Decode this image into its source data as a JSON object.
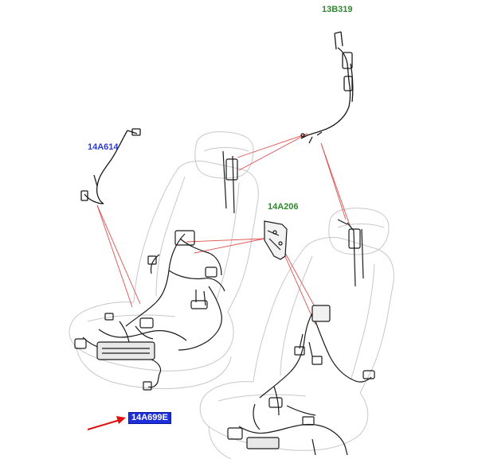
{
  "diagram": {
    "callouts": {
      "harness_upper_right": "13B319",
      "harness_left": "14A614",
      "module_center": "14A206",
      "harness_selected": "14A699E"
    },
    "colors": {
      "callout_blue": "#2a3ad6",
      "callout_green": "#2c8a2c",
      "highlight_bg": "#1d2fd8",
      "leader_line": "#e05050",
      "arrow": "#e01010",
      "seat_outline": "#c8c8c8",
      "harness": "#1a1a1a"
    },
    "icons": [
      "red-pointer-arrow-icon"
    ]
  }
}
